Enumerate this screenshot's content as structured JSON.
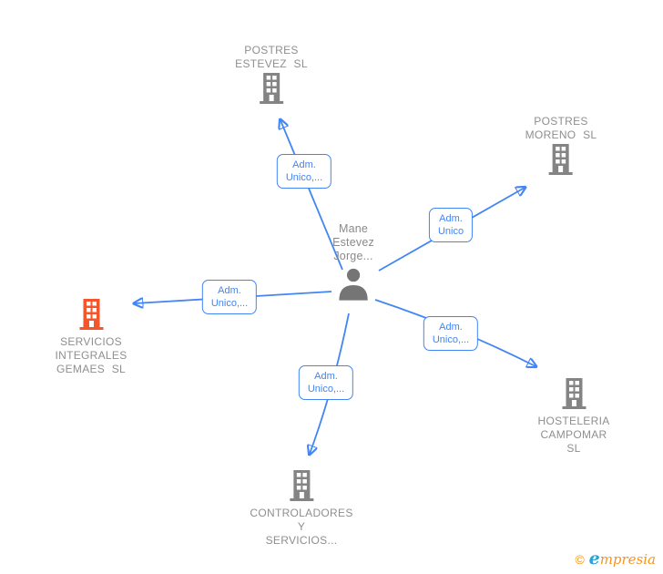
{
  "colors": {
    "arrow_blue": "#4285f4",
    "edge_label_blue": "#4285f4",
    "company_text_gray": "#8f8f8f",
    "building_gray": "#848484",
    "building_highlight_orange": "#f4552a",
    "person_gray": "#757575",
    "watermark_orange": "#f7941d",
    "watermark_blue": "#29a3d8"
  },
  "person": {
    "name_lines": [
      "Mane",
      "Estevez",
      "Jorge..."
    ]
  },
  "companies": [
    {
      "name_lines": [
        "POSTRES",
        "ESTEVEZ SL"
      ]
    },
    {
      "name_lines": [
        "POSTRES",
        "MORENO SL"
      ]
    },
    {
      "name_lines": [
        "SERVICIOS",
        "INTEGRALES",
        "GEMAES SL"
      ]
    },
    {
      "name_lines": [
        "HOSTELERIA",
        "CAMPOMAR",
        "SL"
      ]
    },
    {
      "name_lines": [
        "CONTROLADORES",
        "Y",
        "SERVICIOS..."
      ]
    }
  ],
  "edge_labels": [
    {
      "lines": [
        "Adm.",
        "Unico,..."
      ]
    },
    {
      "lines": [
        "Adm.",
        "Unico"
      ]
    },
    {
      "lines": [
        "Adm.",
        "Unico,..."
      ]
    },
    {
      "lines": [
        "Adm.",
        "Unico,..."
      ]
    },
    {
      "lines": [
        "Adm.",
        "Unico,..."
      ]
    }
  ],
  "edges": [
    {
      "from": "Mane Estevez Jorge...",
      "to": "POSTRES ESTEVEZ SL",
      "label": "Adm. Unico,..."
    },
    {
      "from": "Mane Estevez Jorge...",
      "to": "POSTRES MORENO SL",
      "label": "Adm. Unico"
    },
    {
      "from": "Mane Estevez Jorge...",
      "to": "SERVICIOS INTEGRALES GEMAES SL",
      "label": "Adm. Unico,..."
    },
    {
      "from": "Mane Estevez Jorge...",
      "to": "HOSTELERIA CAMPOMAR SL",
      "label": "Adm. Unico,..."
    },
    {
      "from": "Mane Estevez Jorge...",
      "to": "CONTROLADORES Y SERVICIOS...",
      "label": "Adm. Unico,..."
    }
  ],
  "watermark": {
    "copyright": "©",
    "brand_initial": "e",
    "brand_rest": "mpresia"
  }
}
